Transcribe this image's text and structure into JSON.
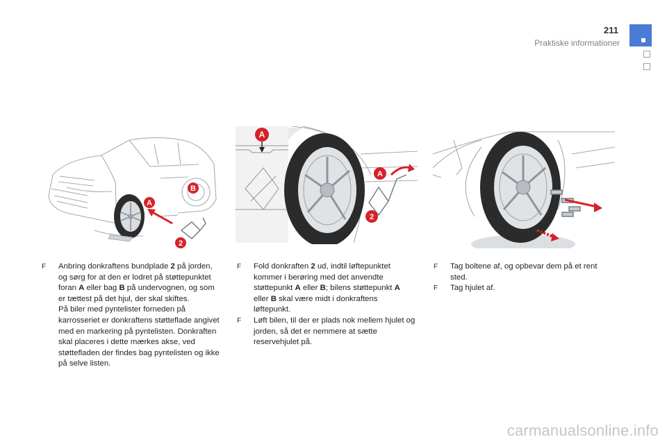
{
  "header": {
    "page_number": "211",
    "section_title": "Praktiske informationer"
  },
  "colors": {
    "accent_blue": "#4a7bd6",
    "callout_red": "#d6222a",
    "line_gray": "#9aa1a8"
  },
  "figures": [
    {
      "callouts": [
        "A",
        "B",
        "2"
      ]
    },
    {
      "callouts": [
        "A",
        "A",
        "2"
      ]
    },
    {
      "callouts": []
    }
  ],
  "columns": [
    {
      "items": [
        {
          "bullet": "F",
          "paragraphs": [
            [
              "Anbring donkraftens bundplade ",
              {
                "b": "2"
              },
              " på jorden, og sørg for at den er lodret på støttepunktet foran ",
              {
                "b": "A"
              },
              " eller bag ",
              {
                "b": "B"
              },
              " på undervognen, og som er tættest på det hjul, der skal skiftes."
            ],
            [
              "På biler med pyntelister forneden på karrosseriet er donkraftens støtteflade angivet med en markering på pyntelisten. Donkraften skal placeres i dette mærkes akse, ved støttefladen der findes bag pyntelisten og ikke på selve listen."
            ]
          ]
        }
      ]
    },
    {
      "items": [
        {
          "bullet": "F",
          "paragraphs": [
            [
              "Fold donkraften ",
              {
                "b": "2"
              },
              " ud, indtil løftepunktet kommer i berøring med det anvendte støttepunkt ",
              {
                "b": "A"
              },
              " eller ",
              {
                "b": "B"
              },
              "; bilens støttepunkt ",
              {
                "b": "A"
              },
              " eller ",
              {
                "b": "B"
              },
              " skal være midt i donkraftens løftepunkt."
            ]
          ]
        },
        {
          "bullet": "F",
          "paragraphs": [
            [
              "Løft bilen, til der er plads nok mellem hjulet og jorden, så det er nemmere at sætte reservehjulet på."
            ]
          ]
        }
      ]
    },
    {
      "items": [
        {
          "bullet": "F",
          "paragraphs": [
            [
              "Tag boltene af, og opbevar dem på et rent sted."
            ]
          ]
        },
        {
          "bullet": "F",
          "paragraphs": [
            [
              "Tag hjulet af."
            ]
          ]
        }
      ]
    }
  ],
  "watermark": "carmanualsonline.info"
}
